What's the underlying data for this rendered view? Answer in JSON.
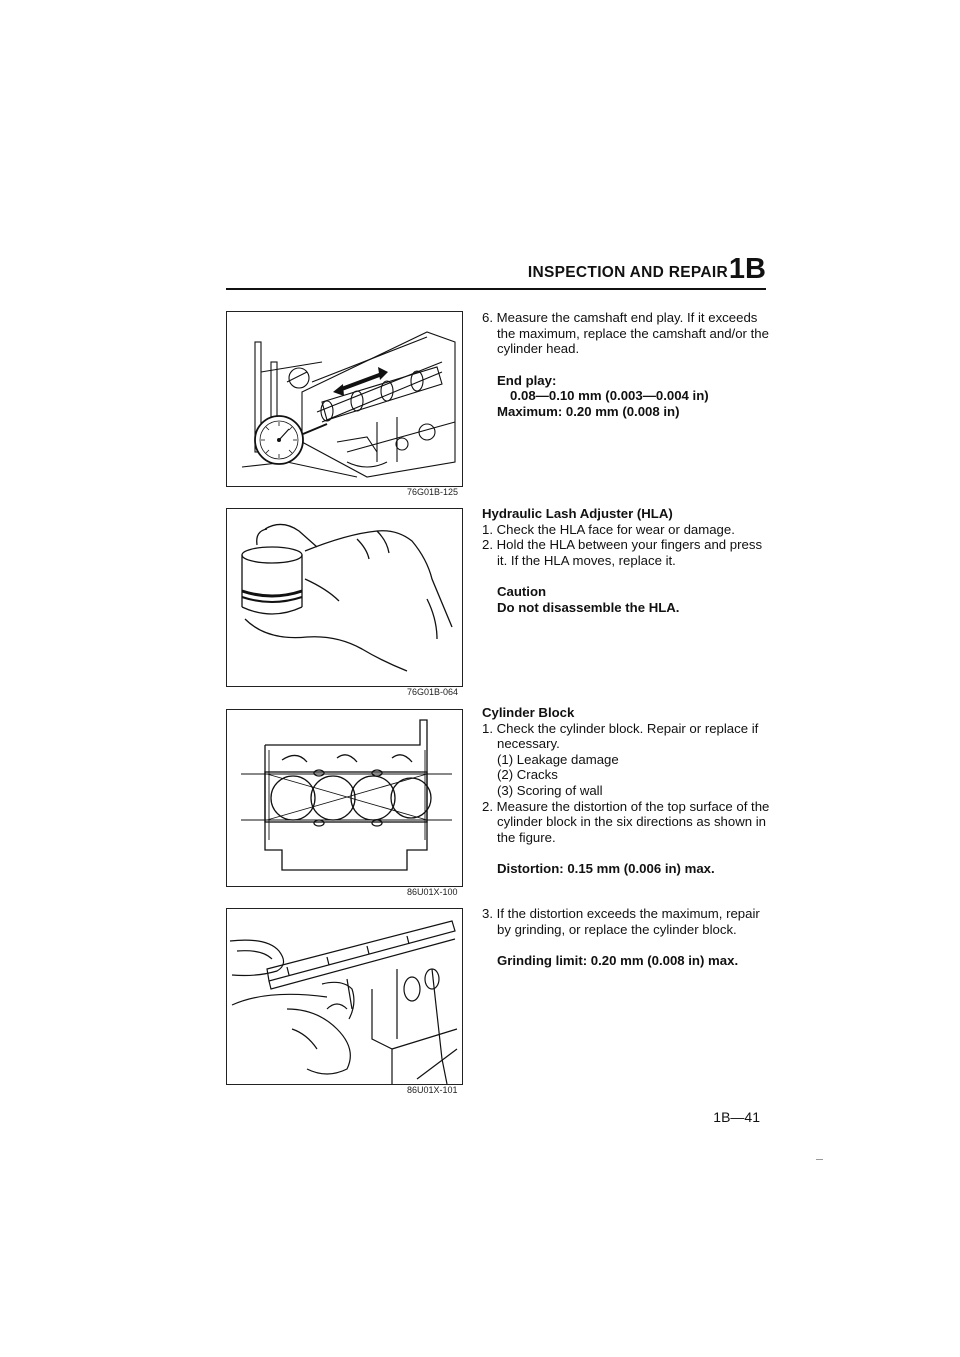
{
  "header": {
    "title": "INSPECTION AND REPAIR",
    "section_code": "1B"
  },
  "figures": [
    {
      "code": "76G01B-125"
    },
    {
      "code": "76G01B-064"
    },
    {
      "code": "86U01X-100"
    },
    {
      "code": "86U01X-101"
    }
  ],
  "camshaft": {
    "step": "6. Measure the camshaft end play. If it exceeds the maximum, replace the camshaft and/or the cylinder head.",
    "spec_label": "End play:",
    "spec_value": "0.08—0.10 mm (0.003—0.004 in)",
    "spec_max": "Maximum: 0.20 mm (0.008 in)"
  },
  "hla": {
    "heading": "Hydraulic Lash Adjuster (HLA)",
    "step1": "1. Check the HLA face for wear or damage.",
    "step2": "2. Hold the HLA between your fingers and press it. If the HLA moves, replace it.",
    "caution_label": "Caution",
    "caution_text": "Do not disassemble the HLA."
  },
  "cylinder_block": {
    "heading": "Cylinder Block",
    "step1": "1. Check the cylinder block. Repair or replace if necessary.",
    "sub1": "(1) Leakage damage",
    "sub2": "(2) Cracks",
    "sub3": "(3) Scoring of wall",
    "step2": "2. Measure the distortion of the top surface of the cylinder block in the six directions as shown in the figure.",
    "spec": "Distortion: 0.15 mm (0.006 in) max."
  },
  "grinding": {
    "step3": "3. If the distortion exceeds the maximum, repair by grinding, or replace the cylinder block.",
    "spec": "Grinding limit: 0.20 mm (0.008 in) max."
  },
  "page_number": "1B—41"
}
